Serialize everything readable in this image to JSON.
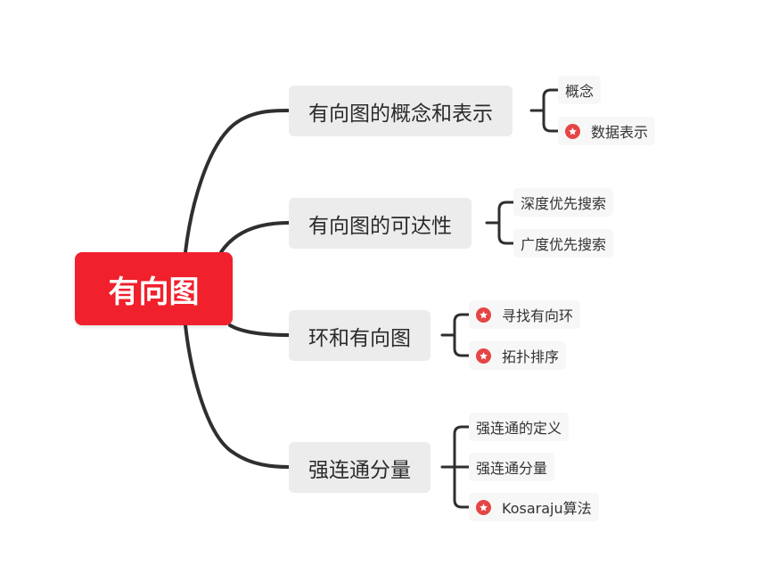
{
  "root": {
    "label": "有向图"
  },
  "branches": [
    {
      "label": "有向图的概念和表示",
      "children": [
        {
          "label": "概念",
          "starred": false
        },
        {
          "label": "数据表示",
          "starred": true
        }
      ]
    },
    {
      "label": "有向图的可达性",
      "children": [
        {
          "label": "深度优先搜索",
          "starred": false
        },
        {
          "label": "广度优先搜索",
          "starred": false
        }
      ]
    },
    {
      "label": "环和有向图",
      "children": [
        {
          "label": "寻找有向环",
          "starred": true
        },
        {
          "label": "拓扑排序",
          "starred": true
        }
      ]
    },
    {
      "label": "强连通分量",
      "children": [
        {
          "label": "强连通的定义",
          "starred": false
        },
        {
          "label": "强连通分量",
          "starred": false
        },
        {
          "label": "Kosaraju算法",
          "starred": true
        }
      ]
    }
  ],
  "colors": {
    "root_fill": "#f0202c",
    "branch_fill": "#ececec",
    "leaf_fill": "#f7f7f7",
    "connector": "#2f2f2f",
    "star_marker": "#e64545"
  },
  "icons": {
    "star_marker": "star-icon"
  }
}
